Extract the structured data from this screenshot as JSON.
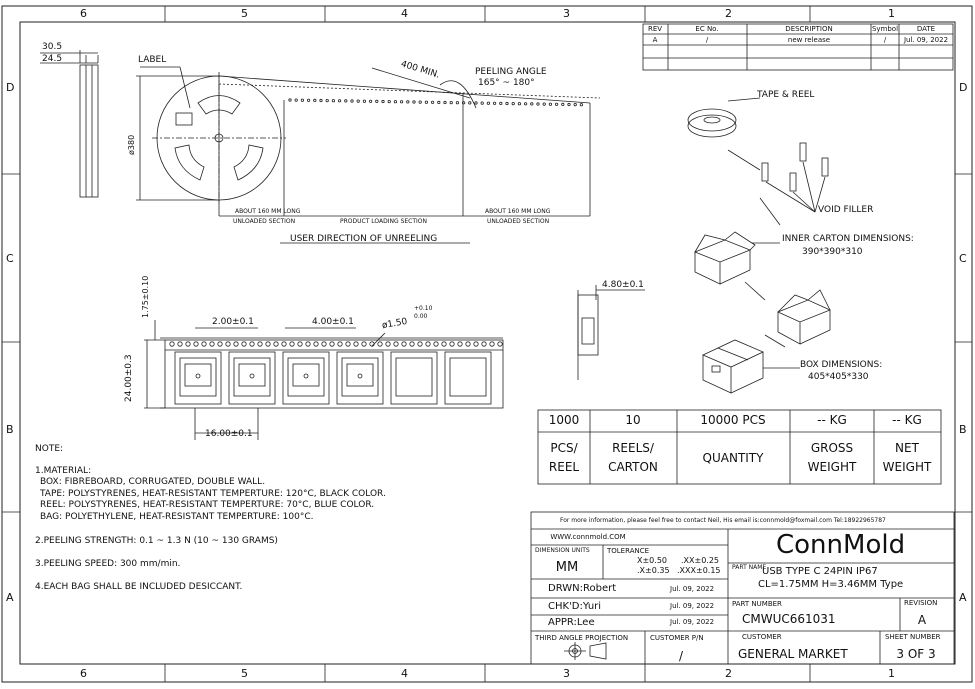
{
  "frame": {
    "columns_top": [
      "6",
      "5",
      "4",
      "3",
      "2",
      "1"
    ],
    "columns_bottom": [
      "6",
      "5",
      "4",
      "3",
      "2",
      "1"
    ],
    "rows_left": [
      "D",
      "C",
      "B",
      "A"
    ],
    "rows_right": [
      "D",
      "C",
      "B",
      "A"
    ]
  },
  "revision_table": {
    "headers": [
      "REV",
      "EC No.",
      "DESCRIPTION",
      "Symbol",
      "DATE"
    ],
    "row": [
      "A",
      "/",
      "new release",
      "/",
      "Jul. 09, 2022"
    ]
  },
  "reel": {
    "dim_30_5": "30.5",
    "dim_24_5": "24.5",
    "label": "LABEL",
    "diameter": "ø380",
    "dim_400": "400 MIN.",
    "peeling_angle_title": "PEELING ANGLE",
    "peeling_angle_value": "165° ~ 180°",
    "unloaded_1a": "ABOUT 160 MM LONG",
    "unloaded_1b": "UNLOADED SECTION",
    "product_loading": "PRODUCT LOADING SECTION",
    "unloaded_2a": "ABOUT 160 MM LONG",
    "unloaded_2b": "UNLOADED SECTION",
    "direction": "USER DIRECTION OF UNREELING"
  },
  "tape": {
    "dim_175": "1.75±0.10",
    "dim_200": "2.00±0.1",
    "dim_400": "4.00±0.1",
    "dim_hole": "ø1.50",
    "dim_hole_tol_plus": "+0.10",
    "dim_hole_tol_minus": "0.00",
    "dim_width": "24.00±0.3",
    "dim_pitch": "16.00±0.1",
    "dim_thickness": "4.80±0.1"
  },
  "packing": {
    "tape_reel": "TAPE & REEL",
    "void_filler": "VOID FILLER",
    "inner_carton": "INNER CARTON DIMENSIONS:",
    "inner_dims": "390*390*310",
    "box_dims_title": "BOX DIMENSIONS:",
    "box_dims": "405*405*330"
  },
  "qty_table": {
    "values": [
      "1000",
      "10",
      "10000 PCS",
      "-- KG",
      "-- KG"
    ],
    "labels": [
      [
        "PCS/",
        "REEL"
      ],
      [
        "REELS/",
        "CARTON"
      ],
      [
        "QUANTITY"
      ],
      [
        "GROSS",
        "WEIGHT"
      ],
      [
        "NET",
        "WEIGHT"
      ]
    ]
  },
  "notes": {
    "title": "NOTE:",
    "lines": [
      "1.MATERIAL:",
      "  BOX: FIBREBOARD, CORRUGATED, DOUBLE WALL.",
      "  TAPE: POLYSTYRENES, HEAT-RESISTANT TEMPERTURE: 120°C, BLACK COLOR.",
      "  REEL: POLYSTYRENES, HEAT-RESISTANT TEMPERTURE: 70°C, BLUE COLOR.",
      "  BAG: POLYETHYLENE, HEAT-RESISTANT TEMPERTURE: 100°C.",
      "2.PEELING STRENGTH: 0.1 ~ 1.3 N (10 ~ 130 GRAMS)",
      "3.PEELING SPEED: 300 mm/min.",
      "4.EACH BAG SHALL BE INCLUDED DESICCANT."
    ]
  },
  "title_block": {
    "contact": "For more information, please feel free to contact Neil, His email is:connmold@foxmail.com     Tel:18922965787",
    "website": "WWW.connmold.COM",
    "dim_units_label": "DIMENSION UNITS",
    "dim_units": "MM",
    "tolerance_label": "TOLERANCE",
    "tol": [
      "X±0.50",
      ".XX±0.25",
      ".X±0.35",
      ".XXX±0.15"
    ],
    "company": "ConnMold",
    "part_name_label": "PART NAME",
    "part_name_1": "USB  TYPE C 24PIN  IP67",
    "part_name_2": "CL=1.75MM H=3.46MM  Type",
    "drwn": "DRWN:Robert",
    "drwn_date": "Jul. 09, 2022",
    "chkd": "CHK'D:Yuri",
    "chkd_date": "Jul. 09, 2022",
    "appr": "APPR:Lee",
    "appr_date": "Jul. 09, 2022",
    "part_number_label": "PART NUMBER",
    "part_number": "CMWUC661031",
    "revision_label": "REVISION",
    "revision": "A",
    "projection_label": "THIRD ANGLE PROJECTION",
    "customer_pn_label": "CUSTOMER P/N",
    "customer_pn": "/",
    "customer_label": "CUSTOMER",
    "customer": "GENERAL MARKET",
    "sheet_label": "SHEET NUMBER",
    "sheet": "3 OF 3"
  }
}
